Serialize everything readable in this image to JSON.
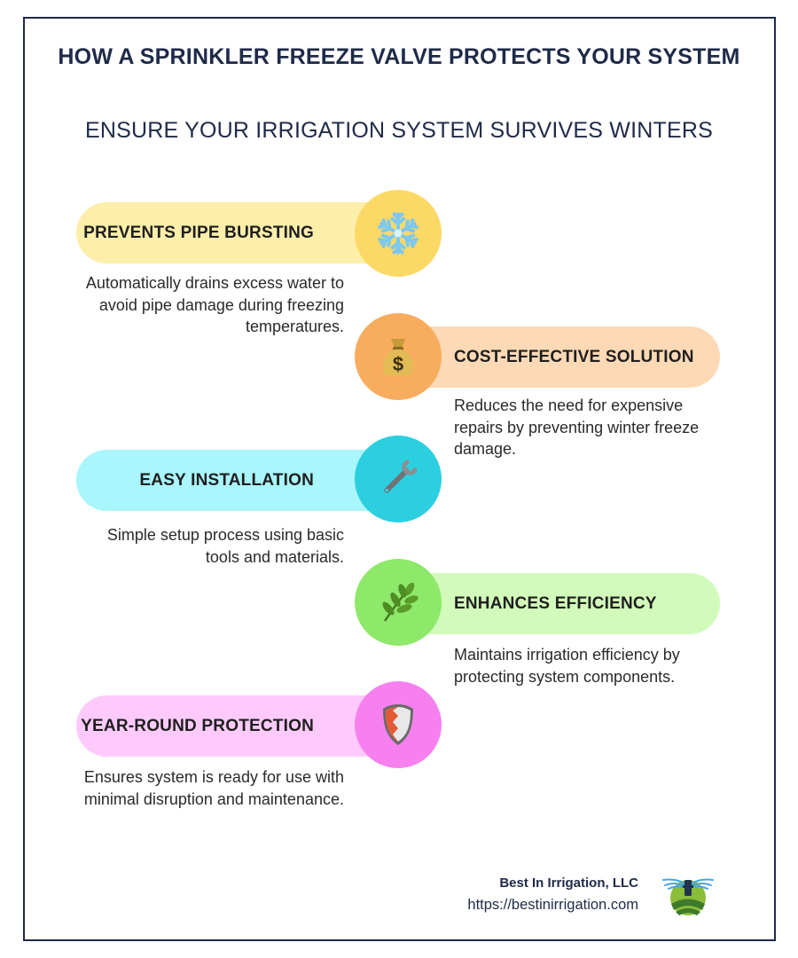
{
  "header": {
    "title": "HOW A SPRINKLER FREEZE VALVE PROTECTS YOUR SYSTEM",
    "subtitle": "ENSURE YOUR IRRIGATION SYSTEM SURVIVES WINTERS"
  },
  "features": [
    {
      "title": "PREVENTS PIPE BURSTING",
      "description": "Automatically drains excess water to avoid pipe damage during freezing temperatures.",
      "icon": "snowflake-icon",
      "pill_color": "#fdeeaa",
      "circle_color": "#fcd966"
    },
    {
      "title": "COST-EFFECTIVE SOLUTION",
      "description": "Reduces the need for expensive repairs by preventing winter freeze damage.",
      "icon": "money-bag-icon",
      "pill_color": "#fdd9b5",
      "circle_color": "#f8ac5e"
    },
    {
      "title": "EASY INSTALLATION",
      "description": "Simple setup process using basic tools and materials.",
      "icon": "wrench-icon",
      "pill_color": "#a9f6fc",
      "circle_color": "#2ccfe0"
    },
    {
      "title": "ENHANCES EFFICIENCY",
      "description": "Maintains irrigation efficiency by protecting system components.",
      "icon": "herb-icon",
      "pill_color": "#d2fbbb",
      "circle_color": "#8ee86a"
    },
    {
      "title": "YEAR-ROUND PROTECTION",
      "description": "Ensures system is ready for use with minimal disruption and maintenance.",
      "icon": "shield-icon",
      "pill_color": "#fecafc",
      "circle_color": "#f681ee"
    }
  ],
  "footer": {
    "company": "Best In Irrigation, LLC",
    "url": "https://bestinirrigation.com"
  },
  "colors": {
    "frame": "#1e2a48",
    "heading": "#1e2a48"
  }
}
